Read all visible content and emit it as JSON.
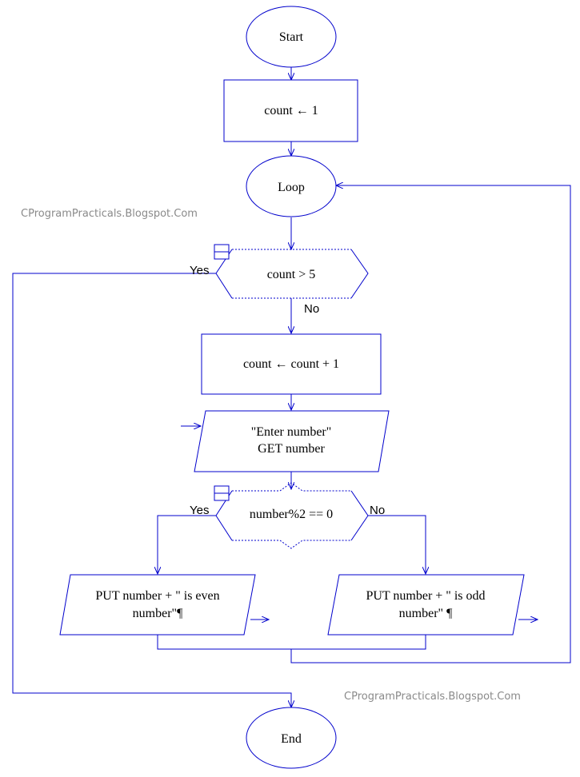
{
  "colors": {
    "line": "#0000cc",
    "text": "#000000",
    "watermark": "#8a8a8a",
    "background": "#ffffff"
  },
  "watermarks": [
    "CProgramPracticals.Blogspot.Com",
    "CProgramPracticals.Blogspot.Com"
  ],
  "nodes": {
    "start": "Start",
    "init": "count ← 1",
    "loop": "Loop",
    "cond_count": "count > 5",
    "increment": "count ← count  +  1",
    "input_line1": "\"Enter number\"",
    "input_line2": "GET number",
    "cond_even": "number%2 == 0",
    "even_line1": "PUT number  +  \" is even",
    "even_line2": "number\"¶",
    "odd_line1": "PUT number  +  \" is odd",
    "odd_line2": "number\" ¶",
    "end": "End"
  },
  "branch_labels": {
    "count_yes": "Yes",
    "count_no": "No",
    "even_yes": "Yes",
    "even_no": "No"
  }
}
